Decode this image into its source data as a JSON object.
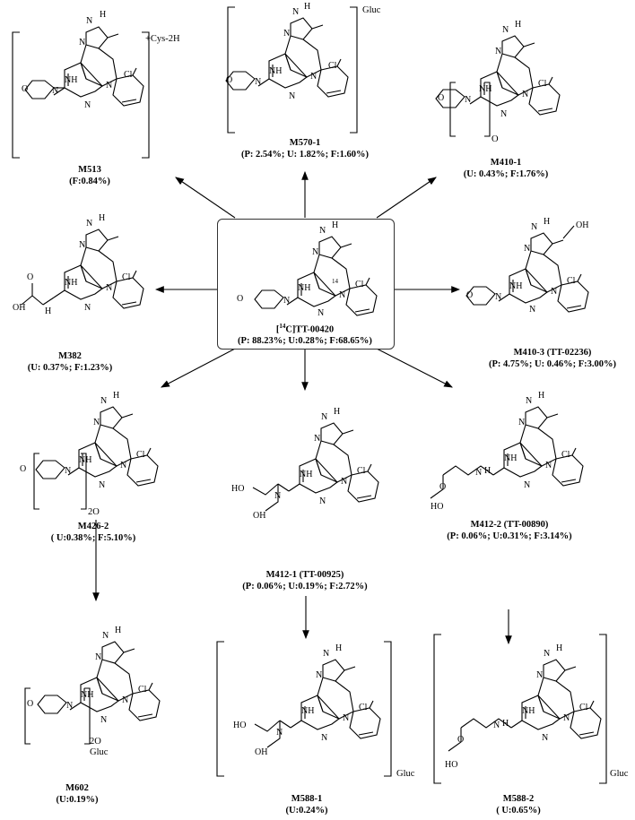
{
  "parent": {
    "name_prefix": "[",
    "name_sup": "14",
    "name_suffix": "C]TT-00420",
    "stats": "(P: 88.23%; U:0.28%; F:68.65%)",
    "label_14c": "14"
  },
  "metabolites": [
    {
      "id": "M513",
      "name": "M513",
      "stats": "(F:0.84%)",
      "modification": "+Cys-2H"
    },
    {
      "id": "M570-1",
      "name": "M570-1",
      "stats": "(P: 2.54%; U: 1.82%; F:1.60%)",
      "modification": "Gluc"
    },
    {
      "id": "M410-1",
      "name": "M410-1",
      "stats": "(U: 0.43%; F:1.76%)",
      "modification": "O"
    },
    {
      "id": "M382",
      "name": "M382",
      "stats": "(U: 0.37%; F:1.23%)",
      "modification": ""
    },
    {
      "id": "M410-3",
      "name": "M410-3 (TT-02236)",
      "stats": "(P: 4.75%; U: 0.46%; F:3.00%)",
      "modification": ""
    },
    {
      "id": "M426-2",
      "name": "M426-2",
      "stats": "( U:0.38%; F:5.10%)",
      "modification": "2O"
    },
    {
      "id": "M412-1",
      "name": "M412-1 (TT-00925)",
      "stats": "(P: 0.06%; U:0.19%; F:2.72%)",
      "modification": ""
    },
    {
      "id": "M412-2",
      "name": "M412-2 (TT-00890)",
      "stats": "(P: 0.06%; U:0.31%; F:3.14%)",
      "modification": ""
    },
    {
      "id": "M602",
      "name": "M602",
      "stats": "(U:0.19%)",
      "modification_1": "2O",
      "modification_2": "Gluc"
    },
    {
      "id": "M588-1",
      "name": "M588-1",
      "stats": "(U:0.24%)",
      "modification": "Gluc"
    },
    {
      "id": "M588-2",
      "name": "M588-2",
      "stats": "( U:0.65%)",
      "modification": "Gluc"
    }
  ],
  "atoms": {
    "N": "N",
    "H": "H",
    "NH": "NH",
    "HN": "HN",
    "Cl": "Cl",
    "O": "O",
    "OH": "OH",
    "HO": "HO"
  }
}
